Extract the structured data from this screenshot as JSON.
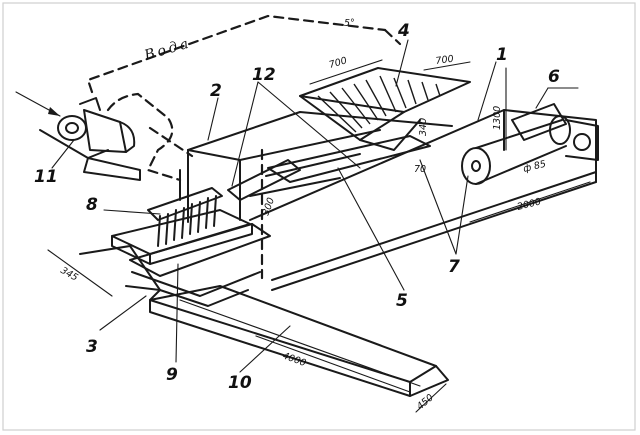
{
  "diagram": {
    "water_label": "Вода",
    "callouts": [
      "1",
      "2",
      "3",
      "4",
      "5",
      "6",
      "7",
      "8",
      "9",
      "10",
      "11",
      "12"
    ],
    "dimensions": {
      "d700_left": "700",
      "d700_right": "700",
      "d1300": "1300",
      "d340": "340",
      "d2000": "2000",
      "d345": "345",
      "d4000": "4000",
      "d450": "450",
      "d5deg": "5°",
      "dphi85": "ф 85",
      "d70": "70",
      "d300": "300"
    }
  }
}
